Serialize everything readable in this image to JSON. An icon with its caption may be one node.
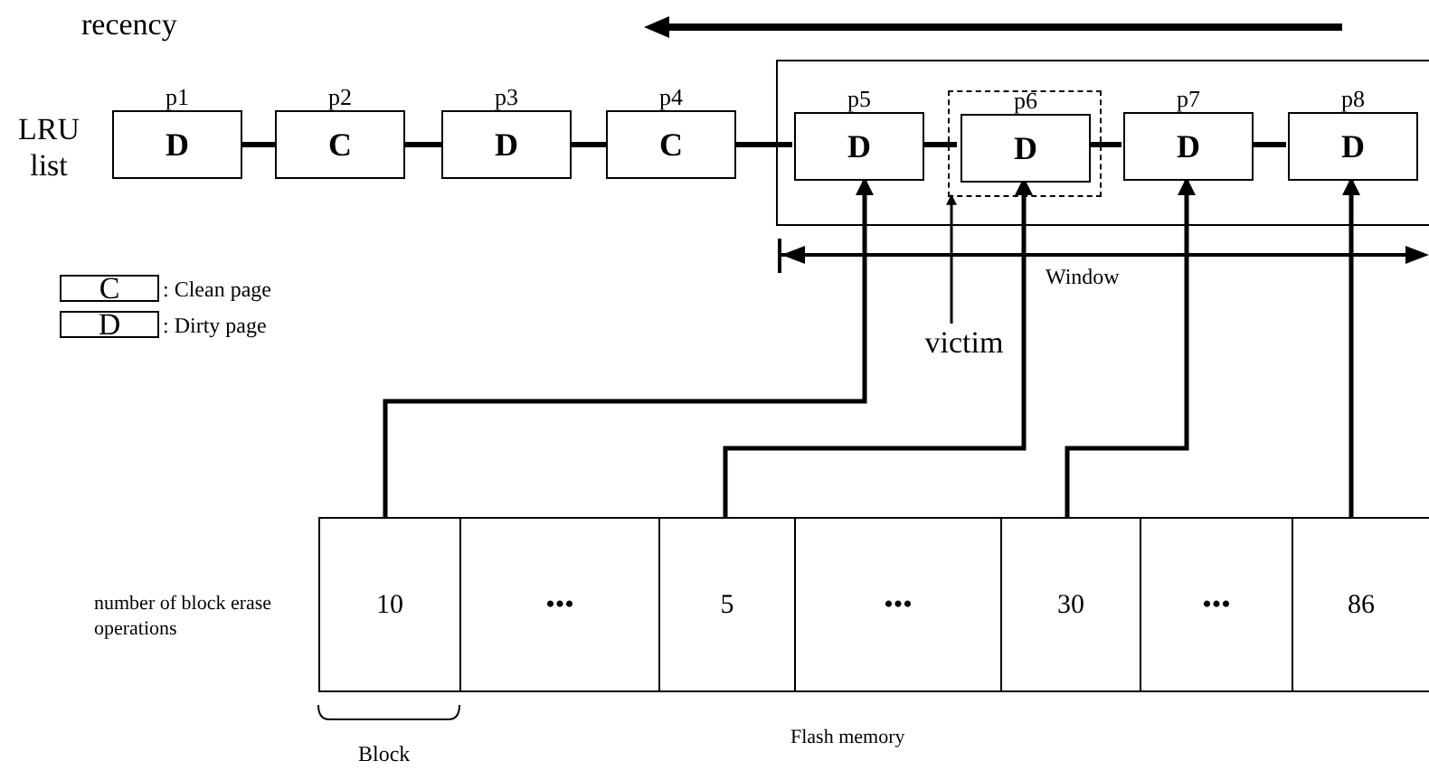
{
  "diagram": {
    "nodes": [
      {
        "text": [
          "p1",
          "D"
        ]
      },
      {
        "text": [
          "p2",
          "C"
        ]
      },
      {
        "text": [
          "p3",
          "D"
        ]
      },
      {
        "text": [
          "p4",
          "C"
        ]
      },
      {
        "text": [],
        "shape": "box"
      },
      {
        "text": [
          "p5",
          "D"
        ],
        "in": 4
      },
      {
        "text": [],
        "shape": "box",
        "in": 4
      },
      {
        "text": [
          "p6",
          "D"
        ],
        "in": 6
      },
      {
        "text": [
          "p7",
          "D"
        ],
        "in": 4
      },
      {
        "text": [
          "p8",
          "D"
        ],
        "in": 4
      },
      {
        "text": [
          "10"
        ]
      },
      {
        "text": [
          "•••"
        ]
      },
      {
        "text": [
          "5"
        ]
      },
      {
        "text": [
          "•••"
        ]
      },
      {
        "text": [
          "30"
        ]
      },
      {
        "text": [
          "•••"
        ]
      },
      {
        "text": [
          "86"
        ]
      },
      {
        "text": [
          "victim"
        ]
      },
      {
        "text": [
          "C"
        ],
        "beside": [
          ": Clean page"
        ]
      },
      {
        "text": [
          "D"
        ],
        "beside": [
          ": Dirty page"
        ]
      }
    ],
    "edges": [
      {
        "from": 0,
        "to": 1,
        "arrow": "none"
      },
      {
        "from": 1,
        "to": 2,
        "arrow": "none"
      },
      {
        "from": 2,
        "to": 3,
        "arrow": "none"
      },
      {
        "from": 3,
        "to": 5,
        "arrow": "none"
      },
      {
        "from": 5,
        "to": 7,
        "arrow": "none"
      },
      {
        "from": 7,
        "to": 8,
        "arrow": "none"
      },
      {
        "from": 8,
        "to": 9,
        "arrow": "none"
      },
      {
        "from": 10,
        "to": 5,
        "arrow": "to"
      },
      {
        "from": 12,
        "to": 7,
        "arrow": "to"
      },
      {
        "from": 14,
        "to": 8,
        "arrow": "to"
      },
      {
        "from": 16,
        "to": 9,
        "arrow": "to"
      },
      {
        "from": 17,
        "to": 6,
        "arrow": "to"
      }
    ],
    "labels": [
      "recency",
      "LRU list",
      "Window",
      "number of block erase operations",
      "Block",
      "Flash memory"
    ]
  }
}
